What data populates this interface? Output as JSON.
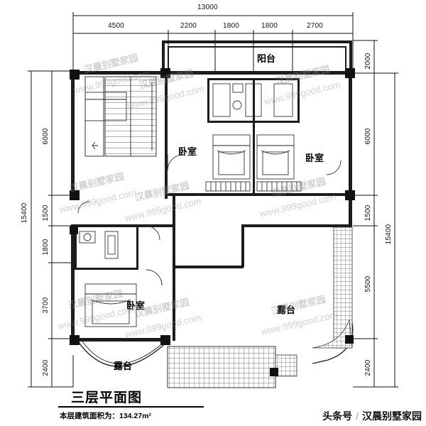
{
  "drawing": {
    "title": "三层平面图",
    "subtitle": "本层建筑面积为：134.27m²",
    "overall_width": "13000",
    "overall_height": "15400",
    "top_dimensions": [
      "4500",
      "2200",
      "1800",
      "1800",
      "2700"
    ],
    "left_dimensions": [
      "6000",
      "1500",
      "1800",
      "3700",
      "2400"
    ],
    "left_total": "15400",
    "right_dimensions": [
      "2000",
      "6000",
      "1500",
      "5500",
      "2400"
    ],
    "right_total": "15400",
    "rooms": [
      {
        "name": "阳台",
        "label": "阳台"
      },
      {
        "name": "卧室-左",
        "label": "卧室"
      },
      {
        "name": "卧室-右",
        "label": "卧室"
      },
      {
        "name": "卧室-下",
        "label": "卧室"
      },
      {
        "name": "露台-右",
        "label": "露台"
      },
      {
        "name": "露台-左下",
        "label": "露台"
      }
    ]
  },
  "watermarks": {
    "cn": "汉晨别墅家园",
    "url": "www.999good.com"
  },
  "footer": {
    "brand": "头条号",
    "separator": "/",
    "account": "汉晨别墅家园"
  }
}
